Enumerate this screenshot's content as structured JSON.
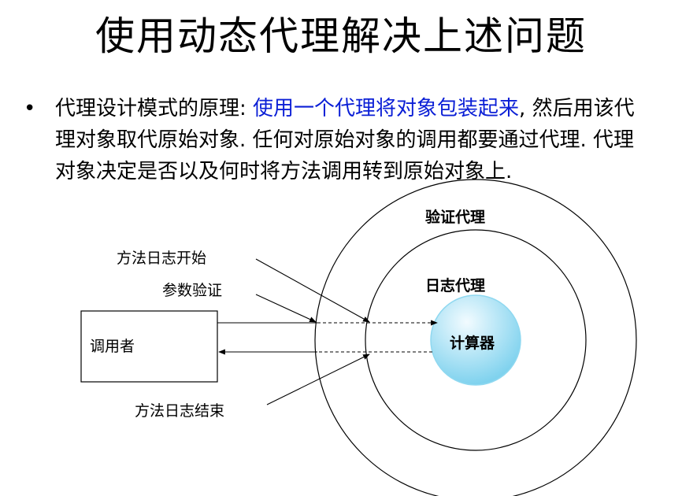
{
  "slide": {
    "title": "使用动态代理解决上述问题",
    "bullet": {
      "prefix": "代理设计模式的原理: ",
      "highlight": "使用一个代理将对象包装起来",
      "rest": ", 然后用该代理对象取代原始对象. 任何对原始对象的调用都要通过代理. 代理对象决定是否以及何时将方法调用转到原始对象上.",
      "highlight_color": "#0b1fd6"
    }
  },
  "diagram": {
    "outer_circle_label": "验证代理",
    "inner_circle_label": "日志代理",
    "core_label": "计算器",
    "caller_label": "调用者",
    "annotations": {
      "log_start": "方法日志开始",
      "param_validation": "参数验证",
      "log_end": "方法日志结束"
    },
    "colors": {
      "core_fill_light": "#f2fbff",
      "core_fill_dark": "#7fd2ee"
    }
  }
}
